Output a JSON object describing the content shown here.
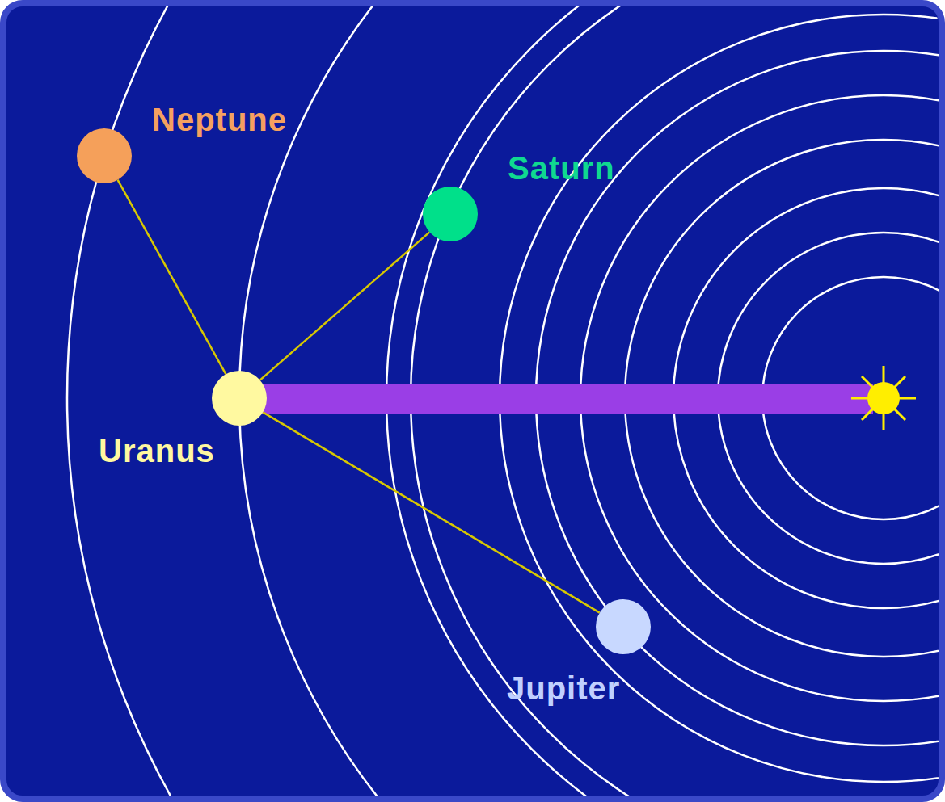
{
  "diagram": {
    "nodes": [
      {
        "text": [
          "Neptune"
        ]
      },
      {
        "text": [
          "Saturn"
        ]
      },
      {
        "text": [
          "Uranus"
        ]
      },
      {
        "text": [
          "Jupiter"
        ]
      }
    ],
    "edges": [
      {
        "from": 2,
        "to": 0,
        "arrow": "none"
      },
      {
        "from": 2,
        "to": 1,
        "arrow": "none"
      },
      {
        "from": 2,
        "to": 3,
        "arrow": "none"
      }
    ]
  }
}
